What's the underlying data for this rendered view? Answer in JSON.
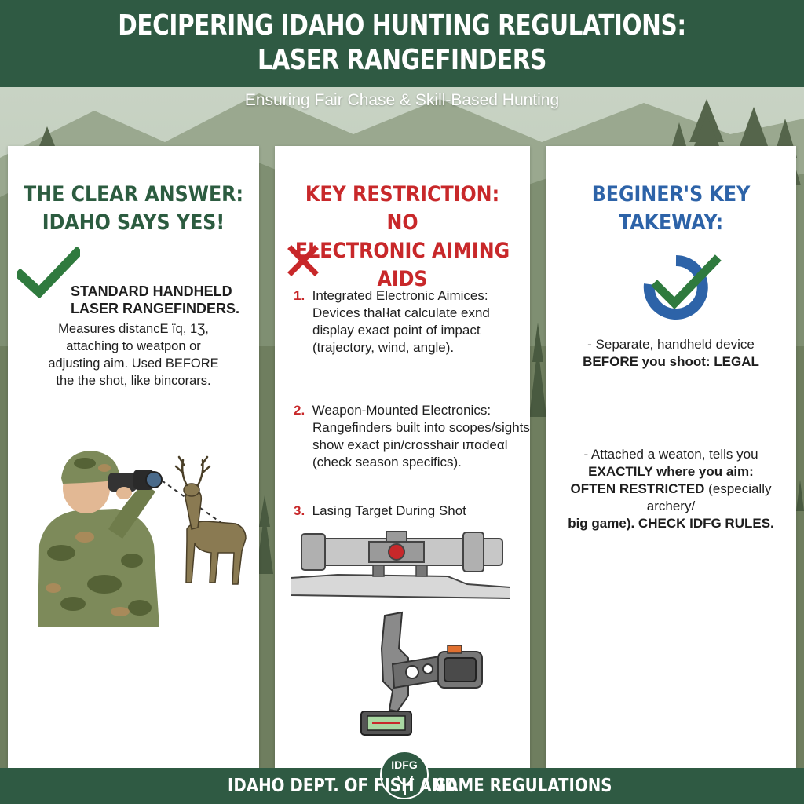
{
  "header": {
    "title_line1": "DECIPERING IDAHO HUNTING REGULATIONS:",
    "title_line2": "LASER RANGEFINDERS",
    "subtitle": "Ensuring Fair Chase & Skill-Based Hunting"
  },
  "panel_left": {
    "title_line1": "THE CLEAR ANSWER:",
    "title_line2": "IDAHO SAYS YES!",
    "icon": "checkmark-icon",
    "item_line1": "STANDARD HANDHELD",
    "item_line2": "LASER RANGEFINDERS.",
    "desc_line1": "Measures distancE  ïq, 1Ʒ,",
    "desc_line2": "attaching to weatpon or",
    "desc_line3": "adjusting aim. Used BEFORE",
    "desc_line4": "the the shot, like bincorars."
  },
  "panel_middle": {
    "title_line1": "KEY RESTRICTION: NO",
    "title_line2": "ELECTRONIC AIMING AIDS",
    "icon": "x-mark-icon",
    "items": [
      {
        "num": "1.",
        "heading": "Integrated Electronic Aimices:",
        "line1": "Devices thaŀłat calculate exnd",
        "line2": "display exact point of impact",
        "line3": "(trajectory, wind, angle)."
      },
      {
        "num": "2.",
        "heading": "Weapon-Mounted Electronics:",
        "line1": "Rangefinders built into scopes/sights",
        "line2": "show exact pin/crosshair ιπαdeαl",
        "line3": "(check season specifics)."
      },
      {
        "num": "3.",
        "heading": "Lasing Target During Shot"
      }
    ]
  },
  "panel_right": {
    "title_line1": "BEGINER'S KEY",
    "title_line2": "TAKEWAY:",
    "icon": "check-circle-icon",
    "note1_line1": "- Separate, handheld device",
    "note1_line2": "BEFORE you shoot: LEGAL",
    "note2_line1": "- Attached a weaton, tells you",
    "note2_line2": "EXACTILY where you aim:",
    "note2_line3a": "OFTEN RESTRICTED",
    "note2_line3b": " (especially archery/",
    "note2_line4": "big game). CHECK IDFG RULES."
  },
  "footer": {
    "text_left": "IDAHO DEPT. OF FISH AND",
    "text_right": "GAME REGULATIONS",
    "seal_text": "IDFG"
  },
  "colors": {
    "header_green": "#2f5a43",
    "title_green": "#2c5c40",
    "title_red": "#c8282a",
    "title_blue": "#2d63a8",
    "check_green": "#2f7a3e"
  }
}
